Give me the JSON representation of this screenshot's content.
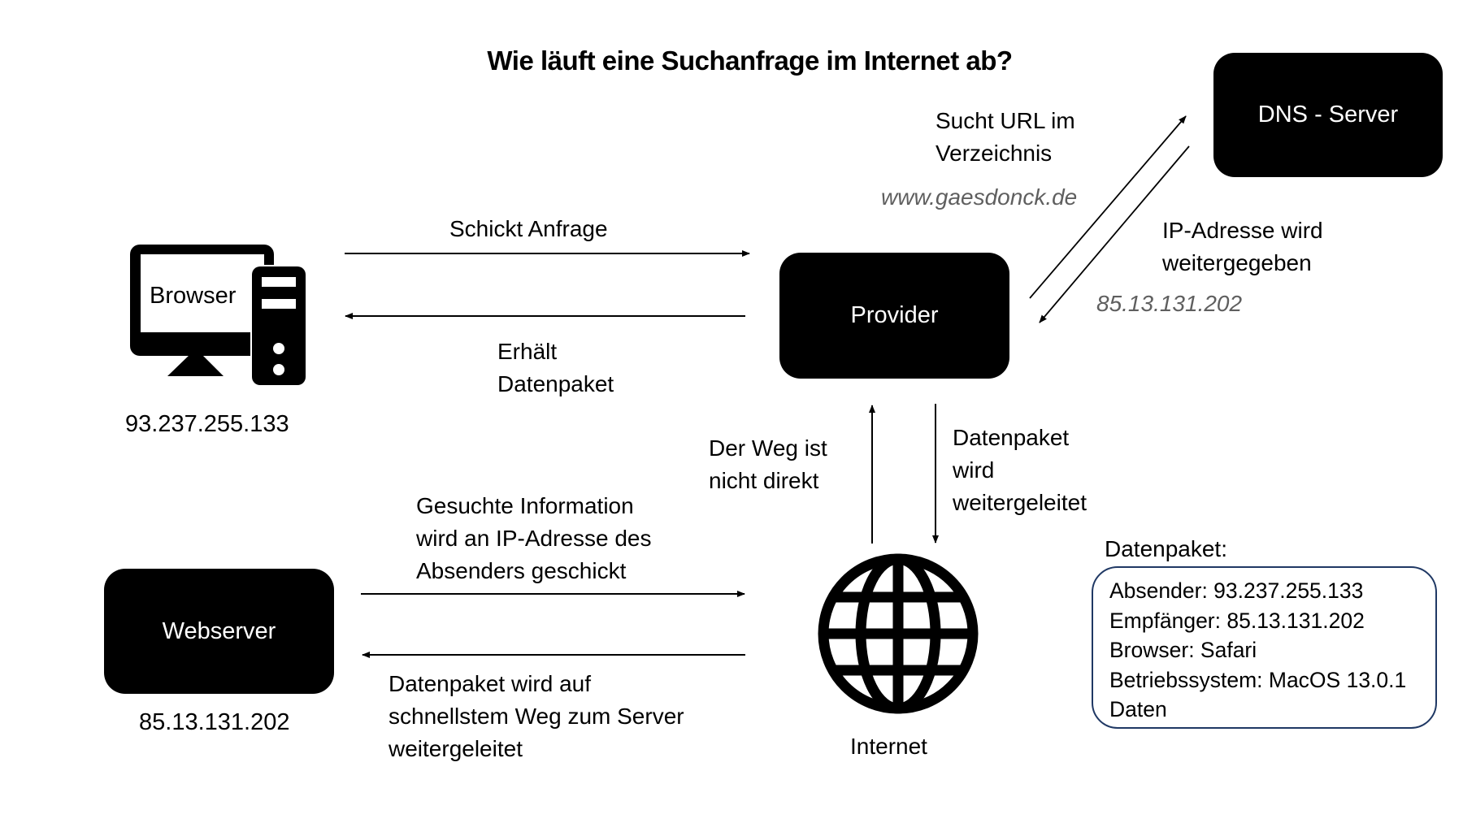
{
  "title": "Wie läuft eine Suchanfrage im Internet ab?",
  "nodes": {
    "browser": {
      "label": "Browser",
      "ip": "93.237.255.133"
    },
    "provider": {
      "label": "Provider"
    },
    "dns": {
      "label": "DNS - Server"
    },
    "webserver": {
      "label": "Webserver",
      "ip": "85.13.131.202"
    },
    "internet": {
      "label": "Internet"
    }
  },
  "edges": {
    "browser_to_provider": {
      "label": "Schickt Anfrage"
    },
    "provider_to_browser": {
      "line1": "Erhält",
      "line2": "Datenpaket"
    },
    "provider_to_dns": {
      "line1": "Sucht URL im",
      "line2": "Verzeichnis",
      "url": "www.gaesdonck.de"
    },
    "dns_to_provider": {
      "line1": "IP-Adresse wird",
      "line2": "weitergegeben",
      "ip": "85.13.131.202"
    },
    "internet_to_provider": {
      "line1": "Der Weg ist",
      "line2": "nicht direkt"
    },
    "provider_to_internet": {
      "line1": "Datenpaket",
      "line2": "wird",
      "line3": "weitergeleitet"
    },
    "webserver_to_internet": {
      "line1": "Gesuchte Information",
      "line2": "wird an IP-Adresse des",
      "line3": "Absenders geschickt"
    },
    "internet_to_webserver": {
      "line1": "Datenpaket wird auf",
      "line2": "schnellstem Weg zum Server",
      "line3": "weitergeleitet"
    }
  },
  "packet": {
    "heading": "Datenpaket:",
    "lines": [
      "Absender: 93.237.255.133",
      "Empfänger: 85.13.131.202",
      "Browser: Safari",
      "Betriebssystem: MacOS 13.0.1",
      "Daten"
    ],
    "border_color": "#1f3864"
  },
  "colors": {
    "node_fill": "#000000",
    "node_text": "#ffffff",
    "annotation_grey": "#5f5f5f"
  }
}
